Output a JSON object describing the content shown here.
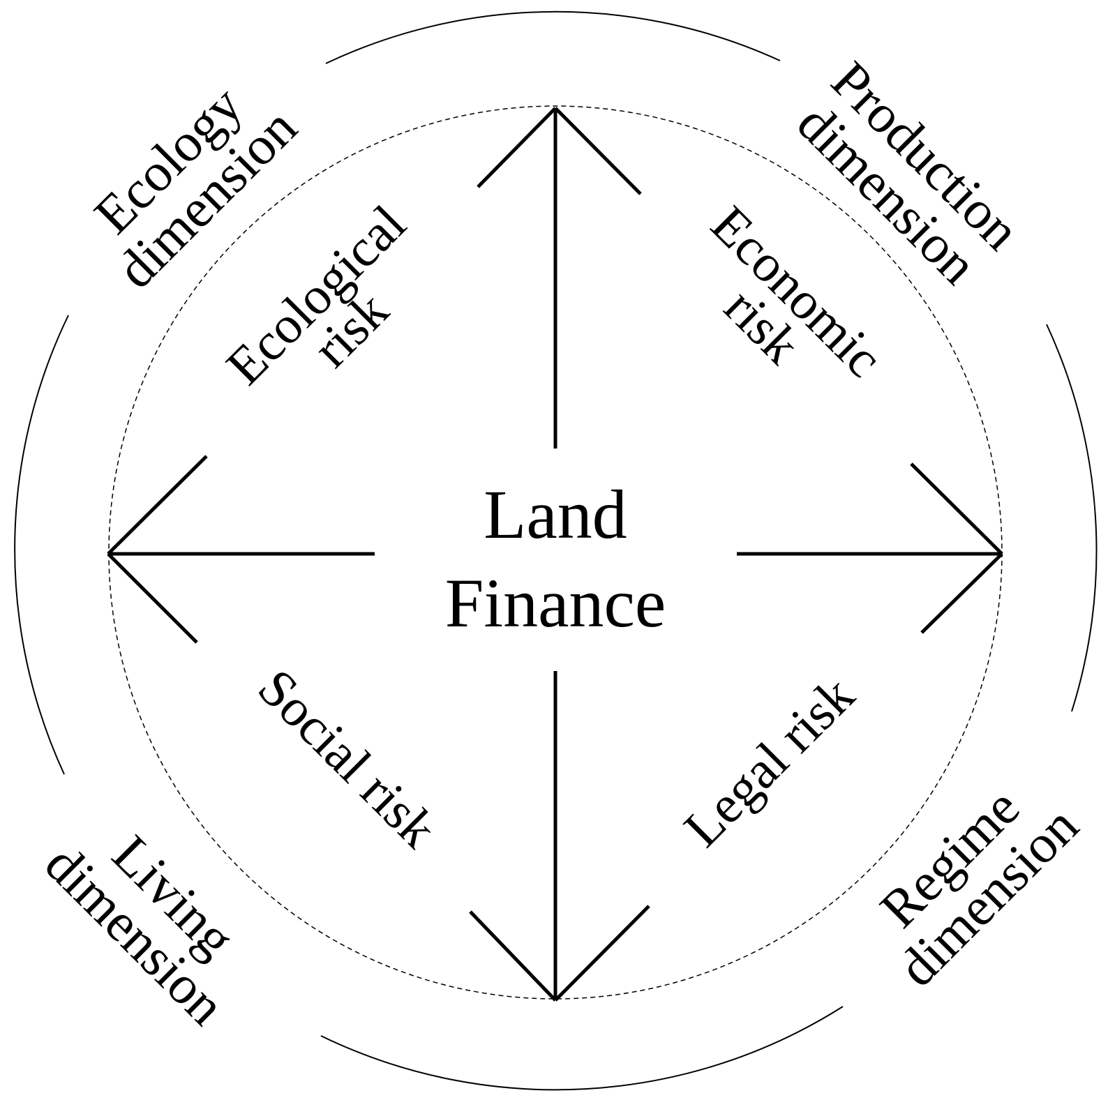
{
  "center": {
    "line1": "Land",
    "line2": "Finance"
  },
  "risks": {
    "ecological": {
      "line1": "Ecological",
      "line2": "risk"
    },
    "economic": {
      "line1": "Economic",
      "line2": "risk"
    },
    "social": {
      "line1": "Social risk"
    },
    "legal": {
      "line1": "Legal risk"
    }
  },
  "dimensions": {
    "ecology": {
      "line1": "Ecology",
      "line2": "dimension"
    },
    "production": {
      "line1": "Production",
      "line2": "dimension"
    },
    "living": {
      "line1": "Living",
      "line2": "dimension"
    },
    "regime": {
      "line1": "Regime",
      "line2": "dimension"
    }
  },
  "colors": {
    "ink": "#000000",
    "background": "#ffffff"
  }
}
